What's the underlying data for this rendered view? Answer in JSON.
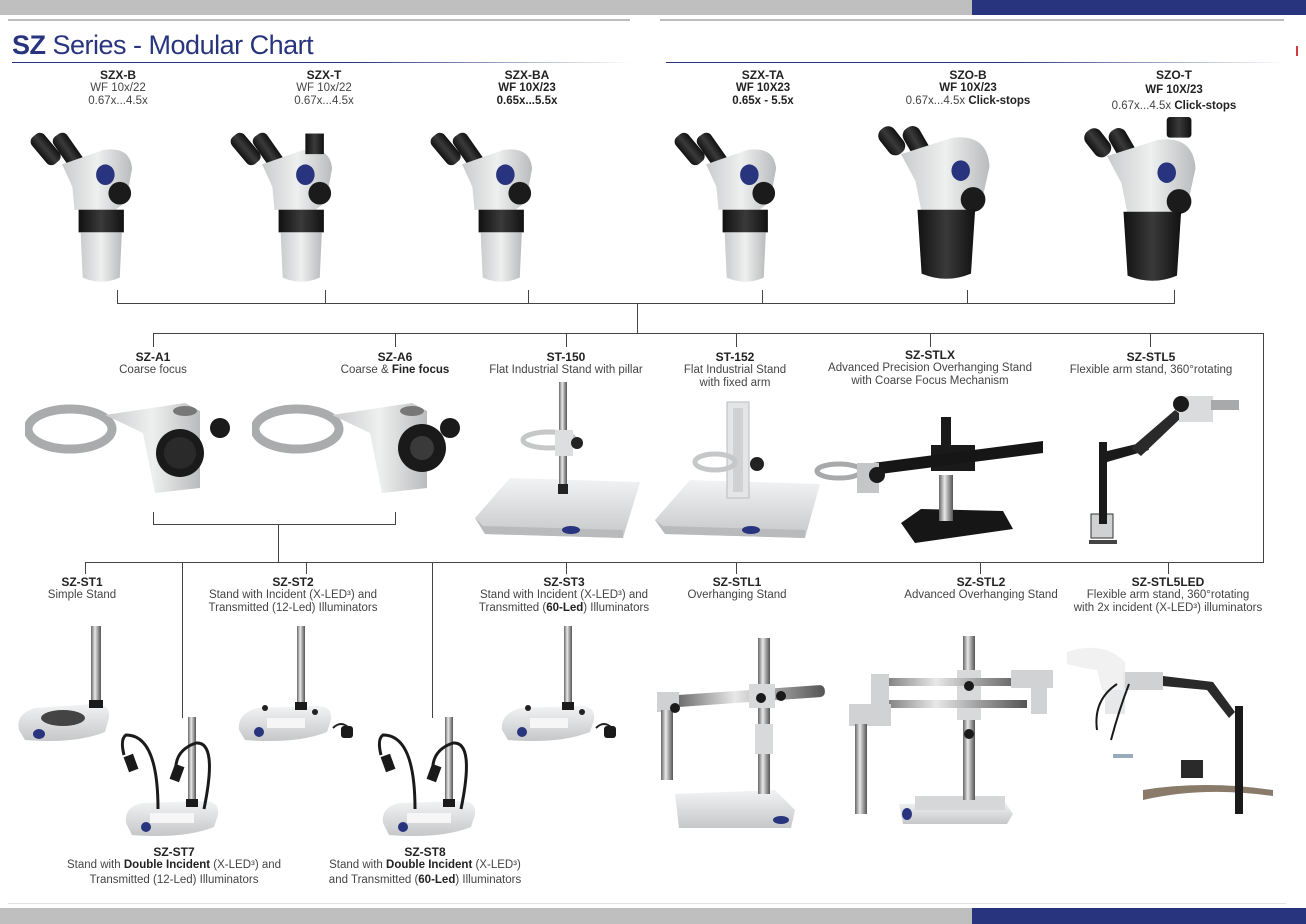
{
  "header": {
    "title_bold": "SZ",
    "title_rest": " Series - Modular Chart"
  },
  "heads": [
    {
      "code": "SZX-B",
      "l1": "WF 10x/22",
      "l2": "0.67x...4.5x",
      "l2_bold": ""
    },
    {
      "code": "SZX-T",
      "l1": "WF 10x/22",
      "l2": "0.67x...4.5x",
      "l2_bold": ""
    },
    {
      "code": "SZX-BA",
      "l1": "WF 10X/23",
      "l2": "0.65x...5.5x",
      "l2_bold": ""
    },
    {
      "code": "SZX-TA",
      "l1": "WF 10X23",
      "l2": "0.65x - 5.5x",
      "l2_bold": ""
    },
    {
      "code": "SZO-B",
      "l1": "WF 10X/23",
      "l2": "0.67x...4.5x ",
      "l2_bold": "Click-stops"
    },
    {
      "code": "SZO-T",
      "l1": "WF 10X/23",
      "l2": "0.67x...4.5x ",
      "l2_bold": "Click-stops"
    }
  ],
  "mounts": [
    {
      "code": "SZ-A1",
      "l1": "Coarse focus",
      "l1_bold": "",
      "l2": ""
    },
    {
      "code": "SZ-A6",
      "l1": "Coarse & ",
      "l1_bold": "Fine focus",
      "l2": ""
    },
    {
      "code": "ST-150",
      "l1": "Flat Industrial Stand with pillar",
      "l1_bold": "",
      "l2": ""
    },
    {
      "code": "ST-152",
      "l1": "Flat Industrial Stand",
      "l1_bold": "",
      "l2": "with fixed arm"
    },
    {
      "code": "SZ-STLX",
      "l1": "Advanced Precision Overhanging Stand",
      "l1_bold": "",
      "l2": "with Coarse Focus Mechanism"
    },
    {
      "code": "SZ-STL5",
      "l1": "Flexible arm stand, 360°rotating",
      "l1_bold": "",
      "l2": ""
    }
  ],
  "stands": [
    {
      "code": "SZ-ST1",
      "l1": "Simple Stand",
      "l2a": "",
      "l2b": "",
      "l2c": ""
    },
    {
      "code": "SZ-ST2",
      "l1": "Stand with Incident (X-LED³) and",
      "l2a": "Transmitted (12-Led) Illuminators",
      "l2b": "",
      "l2c": ""
    },
    {
      "code": "SZ-ST3",
      "l1": "Stand with Incident (X-LED³) and",
      "l2a": "Transmitted (",
      "l2b": "60-Led",
      "l2c": ") Illuminators"
    },
    {
      "code": "SZ-STL1",
      "l1": "Overhanging Stand",
      "l2a": "",
      "l2b": "",
      "l2c": ""
    },
    {
      "code": "SZ-STL2",
      "l1": "Advanced Overhanging Stand",
      "l2a": "",
      "l2b": "",
      "l2c": ""
    },
    {
      "code": "SZ-STL5LED",
      "l1": "Flexible arm stand, 360°rotating",
      "l2a": "with 2x incident (X-LED³) illuminators",
      "l2b": "",
      "l2c": ""
    }
  ],
  "bottom_stands": [
    {
      "code": "SZ-ST7",
      "l1a": "Stand with ",
      "l1b": "Double Incident",
      "l1c": " (X-LED³) and",
      "l2a": "Transmitted (12-Led) Illuminators",
      "l2b": "",
      "l2c": ""
    },
    {
      "code": "SZ-ST8",
      "l1a": "Stand with ",
      "l1b": "Double Incident",
      "l1c": " (X-LED³)",
      "l2a": "and Transmitted (",
      "l2b": "60-Led",
      "l2c": ") Illuminators"
    }
  ],
  "colors": {
    "brand_blue": "#28357e",
    "band_gray": "#c0bfc0",
    "connector": "#444444"
  }
}
